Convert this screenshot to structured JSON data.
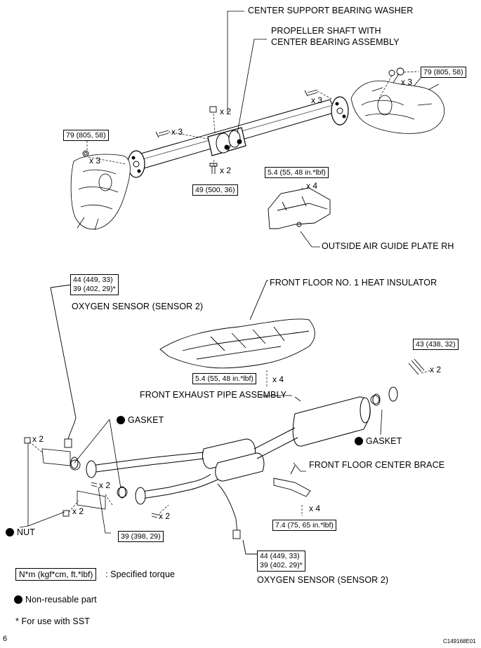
{
  "top": {
    "center_support_bearing_washer": "CENTER SUPPORT BEARING WASHER",
    "propeller_shaft_line1": "PROPELLER SHAFT WITH",
    "propeller_shaft_line2": "CENTER BEARING ASSEMBLY",
    "outside_air_guide_plate": "OUTSIDE AIR GUIDE PLATE RH",
    "torque_rear_flange": "79 (805, 58)",
    "torque_front_flange": "79 (805, 58)",
    "torque_center_bolt": "49 (500, 36)",
    "torque_air_guide": "5.4 (55, 48 in.*lbf)",
    "qty_rear_nut": "x 3",
    "qty_rear_bolt": "x 3",
    "qty_front_bolt": "x 3",
    "qty_front_nut": "x 3",
    "qty_washer": "x 2",
    "qty_center_bolt": "x 2",
    "qty_air_guide": "x 4"
  },
  "bottom": {
    "heat_insulator": "FRONT FLOOR NO. 1 HEAT INSULATOR",
    "oxygen_sensor_top": "OXYGEN SENSOR (SENSOR 2)",
    "oxygen_sensor_bottom": "OXYGEN SENSOR (SENSOR 2)",
    "front_exhaust_pipe": "FRONT EXHAUST PIPE ASSEMBLY",
    "gasket_left": "GASKET",
    "gasket_right": "GASKET",
    "nut": "NUT",
    "floor_center_brace": "FRONT FLOOR CENTER BRACE",
    "torque_o2_top_line1": "44 (449, 33)",
    "torque_o2_top_line2": "39 (402, 29)*",
    "torque_o2_bottom_line1": "44 (449, 33)",
    "torque_o2_bottom_line2": "39 (402, 29)*",
    "torque_insulator": "5.4 (55, 48 in.*lbf)",
    "torque_rear_flange": "43 (438, 32)",
    "torque_front_joint": "39 (398, 29)",
    "torque_brace": "7.4 (75, 65 in.*lbf)",
    "qty_insulator": "x 4",
    "qty_rear_flange": "x 2",
    "qty_stud_top": "x 2",
    "qty_stud_mid": "x 2",
    "qty_stud_low": "x 2",
    "qty_bolt_low": "x 2",
    "qty_brace": "x 4"
  },
  "legend": {
    "torque_unit": "N*m (kgf*cm, ft.*lbf)",
    "torque_desc": ": Specified torque",
    "non_reusable": "Non-reusable part",
    "sst_note": "* For use with SST"
  },
  "footer": {
    "page_number": "6",
    "figure_code": "C149168E01"
  }
}
